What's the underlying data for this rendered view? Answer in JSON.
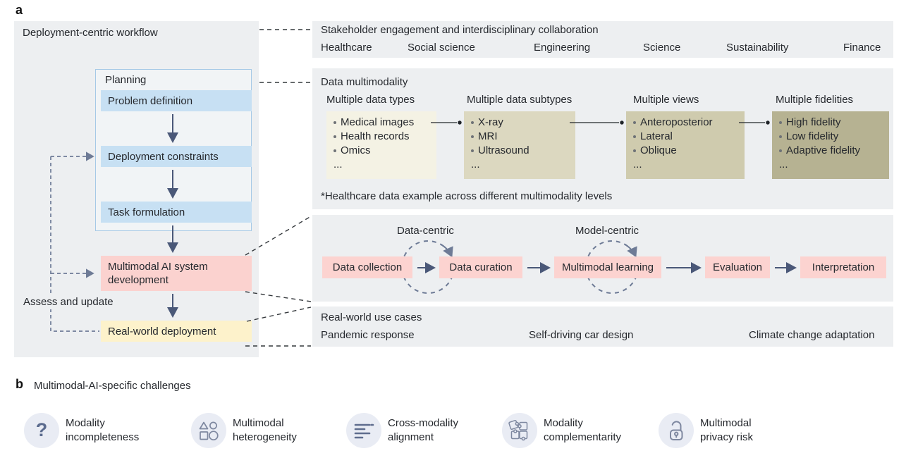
{
  "colors": {
    "panel_bg": "#edeff1",
    "step_blue": "#c7e0f3",
    "planning_fill": "#f1f4f6",
    "planning_border": "#a6c9e6",
    "dev_pink": "#fbd2cf",
    "deploy_yellow": "#fdf2cb",
    "stage_pink": "#fcd3d0",
    "level_1": "#f4f2e4",
    "level_2": "#dcd8c0",
    "level_3": "#cfcbae",
    "level_4": "#b6b292",
    "arrow": "#4a5878",
    "loop_dash": "#6e7b96",
    "connector_dash": "#34383c",
    "icon_stroke": "#7e88a0",
    "icon_badge_bg": "#e9ecf4"
  },
  "panel_a": {
    "label": "a",
    "workflow": {
      "title": "Deployment-centric workflow",
      "planning_title": "Planning",
      "steps": [
        "Problem definition",
        "Deployment constraints",
        "Task formulation"
      ],
      "development": "Multimodal AI system development",
      "deployment": "Real-world deployment",
      "feedback": "Assess and update"
    },
    "stakeholder": {
      "title": "Stakeholder engagement and interdisciplinary collaboration",
      "fields": [
        "Healthcare",
        "Social science",
        "Engineering",
        "Science",
        "Sustainability",
        "Finance"
      ]
    },
    "multimodality": {
      "title": "Data multimodality",
      "levels": [
        {
          "title": "Multiple data types",
          "items": [
            "Medical images",
            "Health records",
            "Omics"
          ],
          "more": "..."
        },
        {
          "title": "Multiple data subtypes",
          "items": [
            "X-ray",
            "MRI",
            "Ultrasound"
          ],
          "more": "..."
        },
        {
          "title": "Multiple views",
          "items": [
            "Anteroposterior",
            "Lateral",
            "Oblique"
          ],
          "more": "..."
        },
        {
          "title": "Multiple fidelities",
          "items": [
            "High fidelity",
            "Low fidelity",
            "Adaptive fidelity"
          ],
          "more": "..."
        }
      ],
      "footnote": "*Healthcare data example across different multimodality levels"
    },
    "pipeline": {
      "cycle_labels": [
        "Data-centric",
        "Model-centric"
      ],
      "stages": [
        "Data collection",
        "Data curation",
        "Multimodal learning",
        "Evaluation",
        "Interpretation"
      ]
    },
    "use_cases": {
      "title": "Real-world use cases",
      "items": [
        "Pandemic response",
        "Self-driving car design",
        "Climate change adaptation"
      ]
    }
  },
  "panel_b": {
    "label": "b",
    "title": "Multimodal-AI-specific challenges",
    "items": [
      {
        "icon": "question-mark-icon",
        "glyph": "?",
        "label": "Modality incompleteness"
      },
      {
        "icon": "shapes-icon",
        "label": "Multimodal heterogeneity"
      },
      {
        "icon": "text-lines-icon",
        "label": "Cross-modality alignment"
      },
      {
        "icon": "puzzle-icon",
        "label": "Modality complementarity"
      },
      {
        "icon": "open-lock-icon",
        "label": "Multimodal privacy risk"
      }
    ]
  }
}
